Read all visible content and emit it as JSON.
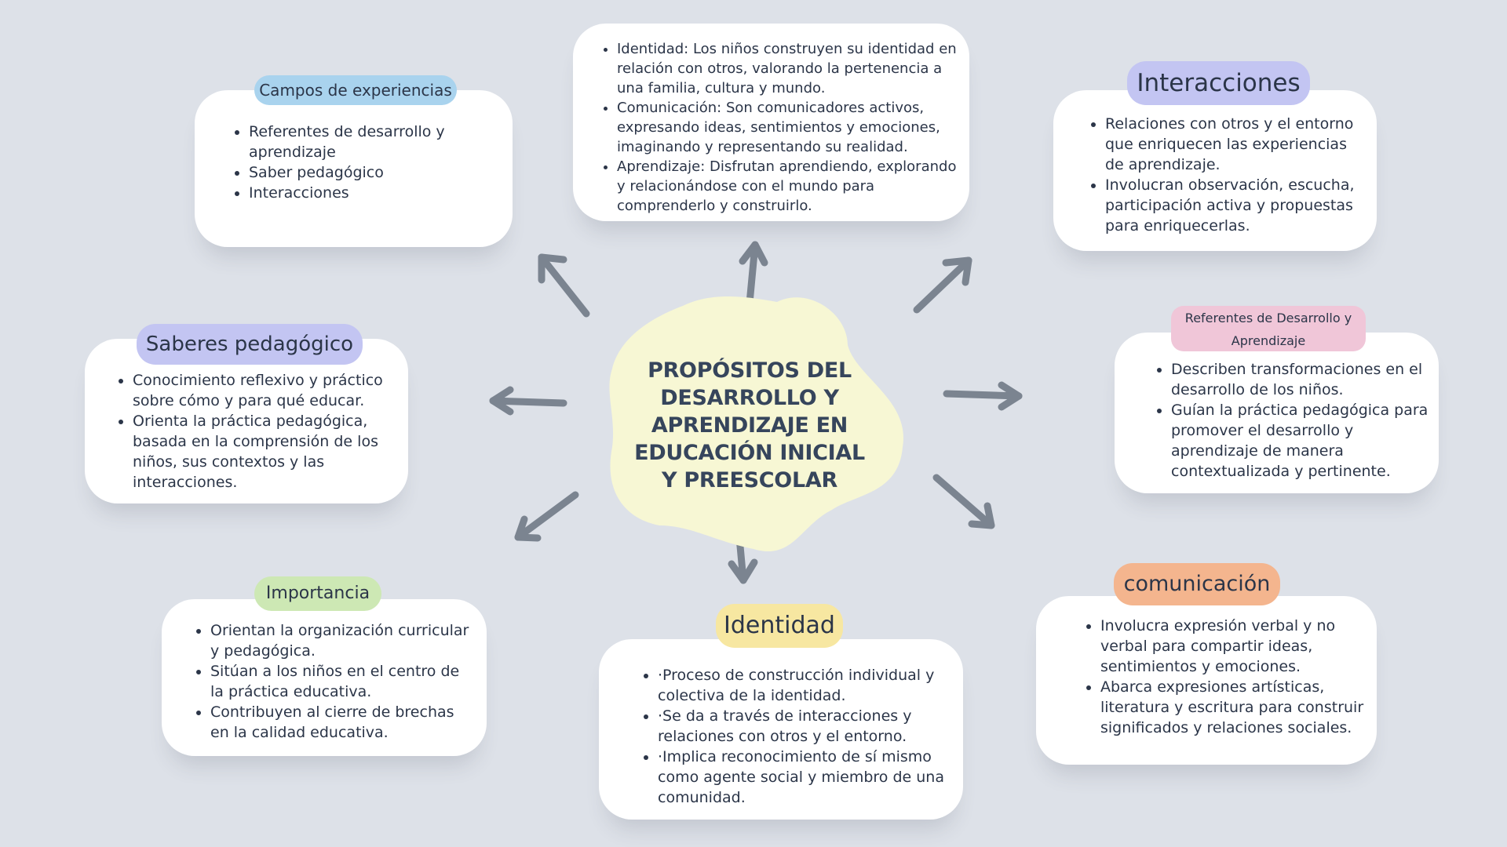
{
  "center": {
    "title": "PROPÓSITOS DEL DESARROLLO Y APRENDIZAJE EN EDUCACIÓN INICIAL Y PREESCOLAR"
  },
  "nodes": {
    "campos": {
      "label": "Campos de experiencias",
      "items": [
        "Referentes de desarrollo y aprendizaje",
        "Saber pedagógico",
        "Interacciones"
      ]
    },
    "top": {
      "items": [
        "Identidad: Los niños construyen su identidad en relación con otros, valorando la pertenencia a una familia, cultura y mundo.",
        "Comunicación: Son comunicadores activos, expresando ideas, sentimientos y emociones, imaginando y representando su realidad.",
        "Aprendizaje: Disfrutan aprendiendo, explorando y relacionándose con el mundo para comprenderlo y construirlo."
      ]
    },
    "interacciones": {
      "label": "Interacciones",
      "items": [
        "Relaciones con otros y el entorno que enriquecen las experiencias de aprendizaje.",
        "Involucran observación, escucha, participación activa y propuestas para enriquecerlas."
      ]
    },
    "saberes": {
      "label": "Saberes pedagógico",
      "items": [
        "Conocimiento reflexivo y práctico sobre cómo y para qué educar.",
        "Orienta la práctica pedagógica, basada en la comprensión de los niños, sus contextos y las interacciones."
      ]
    },
    "referentes": {
      "label": "Referentes de Desarrollo y Aprendizaje",
      "items": [
        "Describen transformaciones en el desarrollo de los niños.",
        "Guían la práctica pedagógica para promover el desarrollo y aprendizaje de manera contextualizada y pertinente."
      ]
    },
    "importancia": {
      "label": "Importancia",
      "items": [
        "Orientan la organización curricular y pedagógica.",
        "Sitúan a los niños en el centro de la práctica educativa.",
        "Contribuyen al cierre de brechas en la calidad educativa."
      ]
    },
    "identidad": {
      "label": "Identidad",
      "items": [
        "·Proceso de construcción individual y colectiva de la identidad.",
        "·Se da a través de interacciones y relaciones con otros y el entorno.",
        "·Implica reconocimiento de sí mismo como agente social y miembro de una comunidad."
      ]
    },
    "comunicacion": {
      "label": "comunicación",
      "items": [
        "Involucra expresión verbal y no verbal para compartir ideas, sentimientos y emociones.",
        "Abarca expresiones artísticas, literatura y escritura para construir significados y relaciones sociales."
      ]
    }
  },
  "colors": {
    "background": "#dde1e8",
    "blob": "#f7f7d4",
    "arrow": "#7b8490",
    "tag_blue": "#a9d3ee",
    "tag_lavender": "#c3c5f2",
    "tag_pink": "#f0c6d8",
    "tag_green": "#cde8b4",
    "tag_yellow": "#f7e7a1",
    "tag_orange": "#f4b58e"
  }
}
